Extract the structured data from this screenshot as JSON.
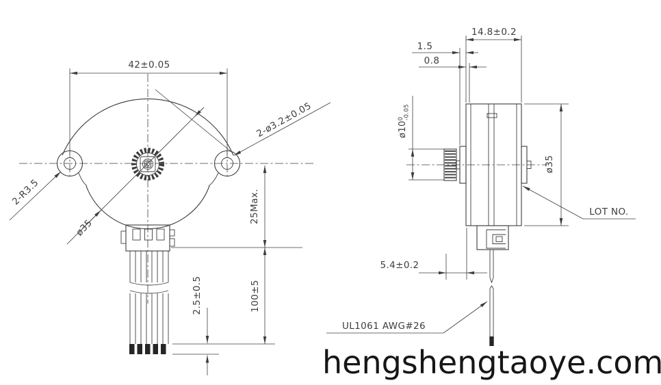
{
  "watermark": "hengshengtaoye.com",
  "front_view": {
    "dim_hole_spacing": "42±0.05",
    "dim_mount_holes": "2-ø3.2±0.05",
    "dim_ear_radius": "2-R3.5",
    "dim_body_diameter": "ø35",
    "dim_body_height": "25Max.",
    "dim_strip_length": "2.5±0.5",
    "dim_lead_length": "100±5"
  },
  "side_view": {
    "dim_body_depth": "14.8±0.2",
    "dim_flange_thickness": "1.5",
    "dim_plate_thickness": "0.8",
    "dim_pinion": {
      "main": "ø10",
      "sup": "0",
      "sub": "-0.05"
    },
    "dim_body_diameter": "ø35",
    "dim_connector_offset": "5.4±0.2",
    "lot_label": "LOT NO.",
    "wire_label": "UL1061 AWG#26"
  },
  "colors": {
    "line": "#3d3d3d",
    "text": "#3d3d3d",
    "watermark": "#161616",
    "background": "#ffffff"
  }
}
